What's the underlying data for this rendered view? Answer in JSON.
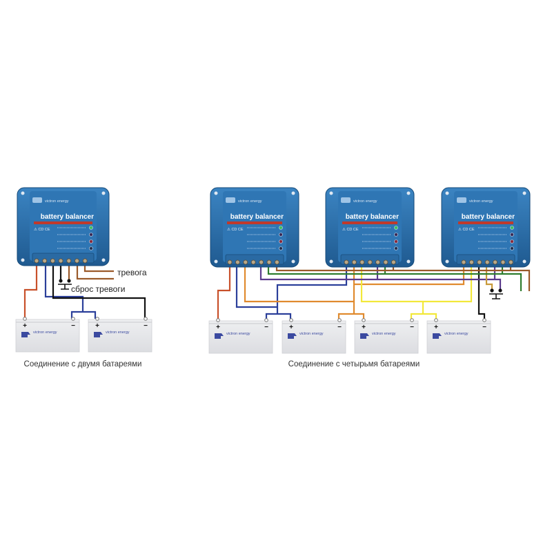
{
  "device": {
    "brand": "victron energy",
    "name": "battery balancer",
    "marks": "⚠ CD CE"
  },
  "battery": {
    "brand": "victron energy",
    "plus": "+",
    "minus": "−"
  },
  "labels": {
    "alarm": "тревога",
    "alarm_reset": "сброс тревоги"
  },
  "captions": {
    "two_batteries": "Соединение с двумя батареями",
    "four_batteries": "Соединение с четырьмя батареями"
  },
  "colors": {
    "red": "#c8502a",
    "blue": "#2b3f9a",
    "black": "#111111",
    "orange": "#e08a2e",
    "yellow": "#f2e83a",
    "purple": "#5a3a8c",
    "green": "#2f7d2f",
    "brown": "#9a5a2a",
    "tan": "#c89a3a",
    "device": "#2d6ea8",
    "battery": "#e6e7ea"
  }
}
